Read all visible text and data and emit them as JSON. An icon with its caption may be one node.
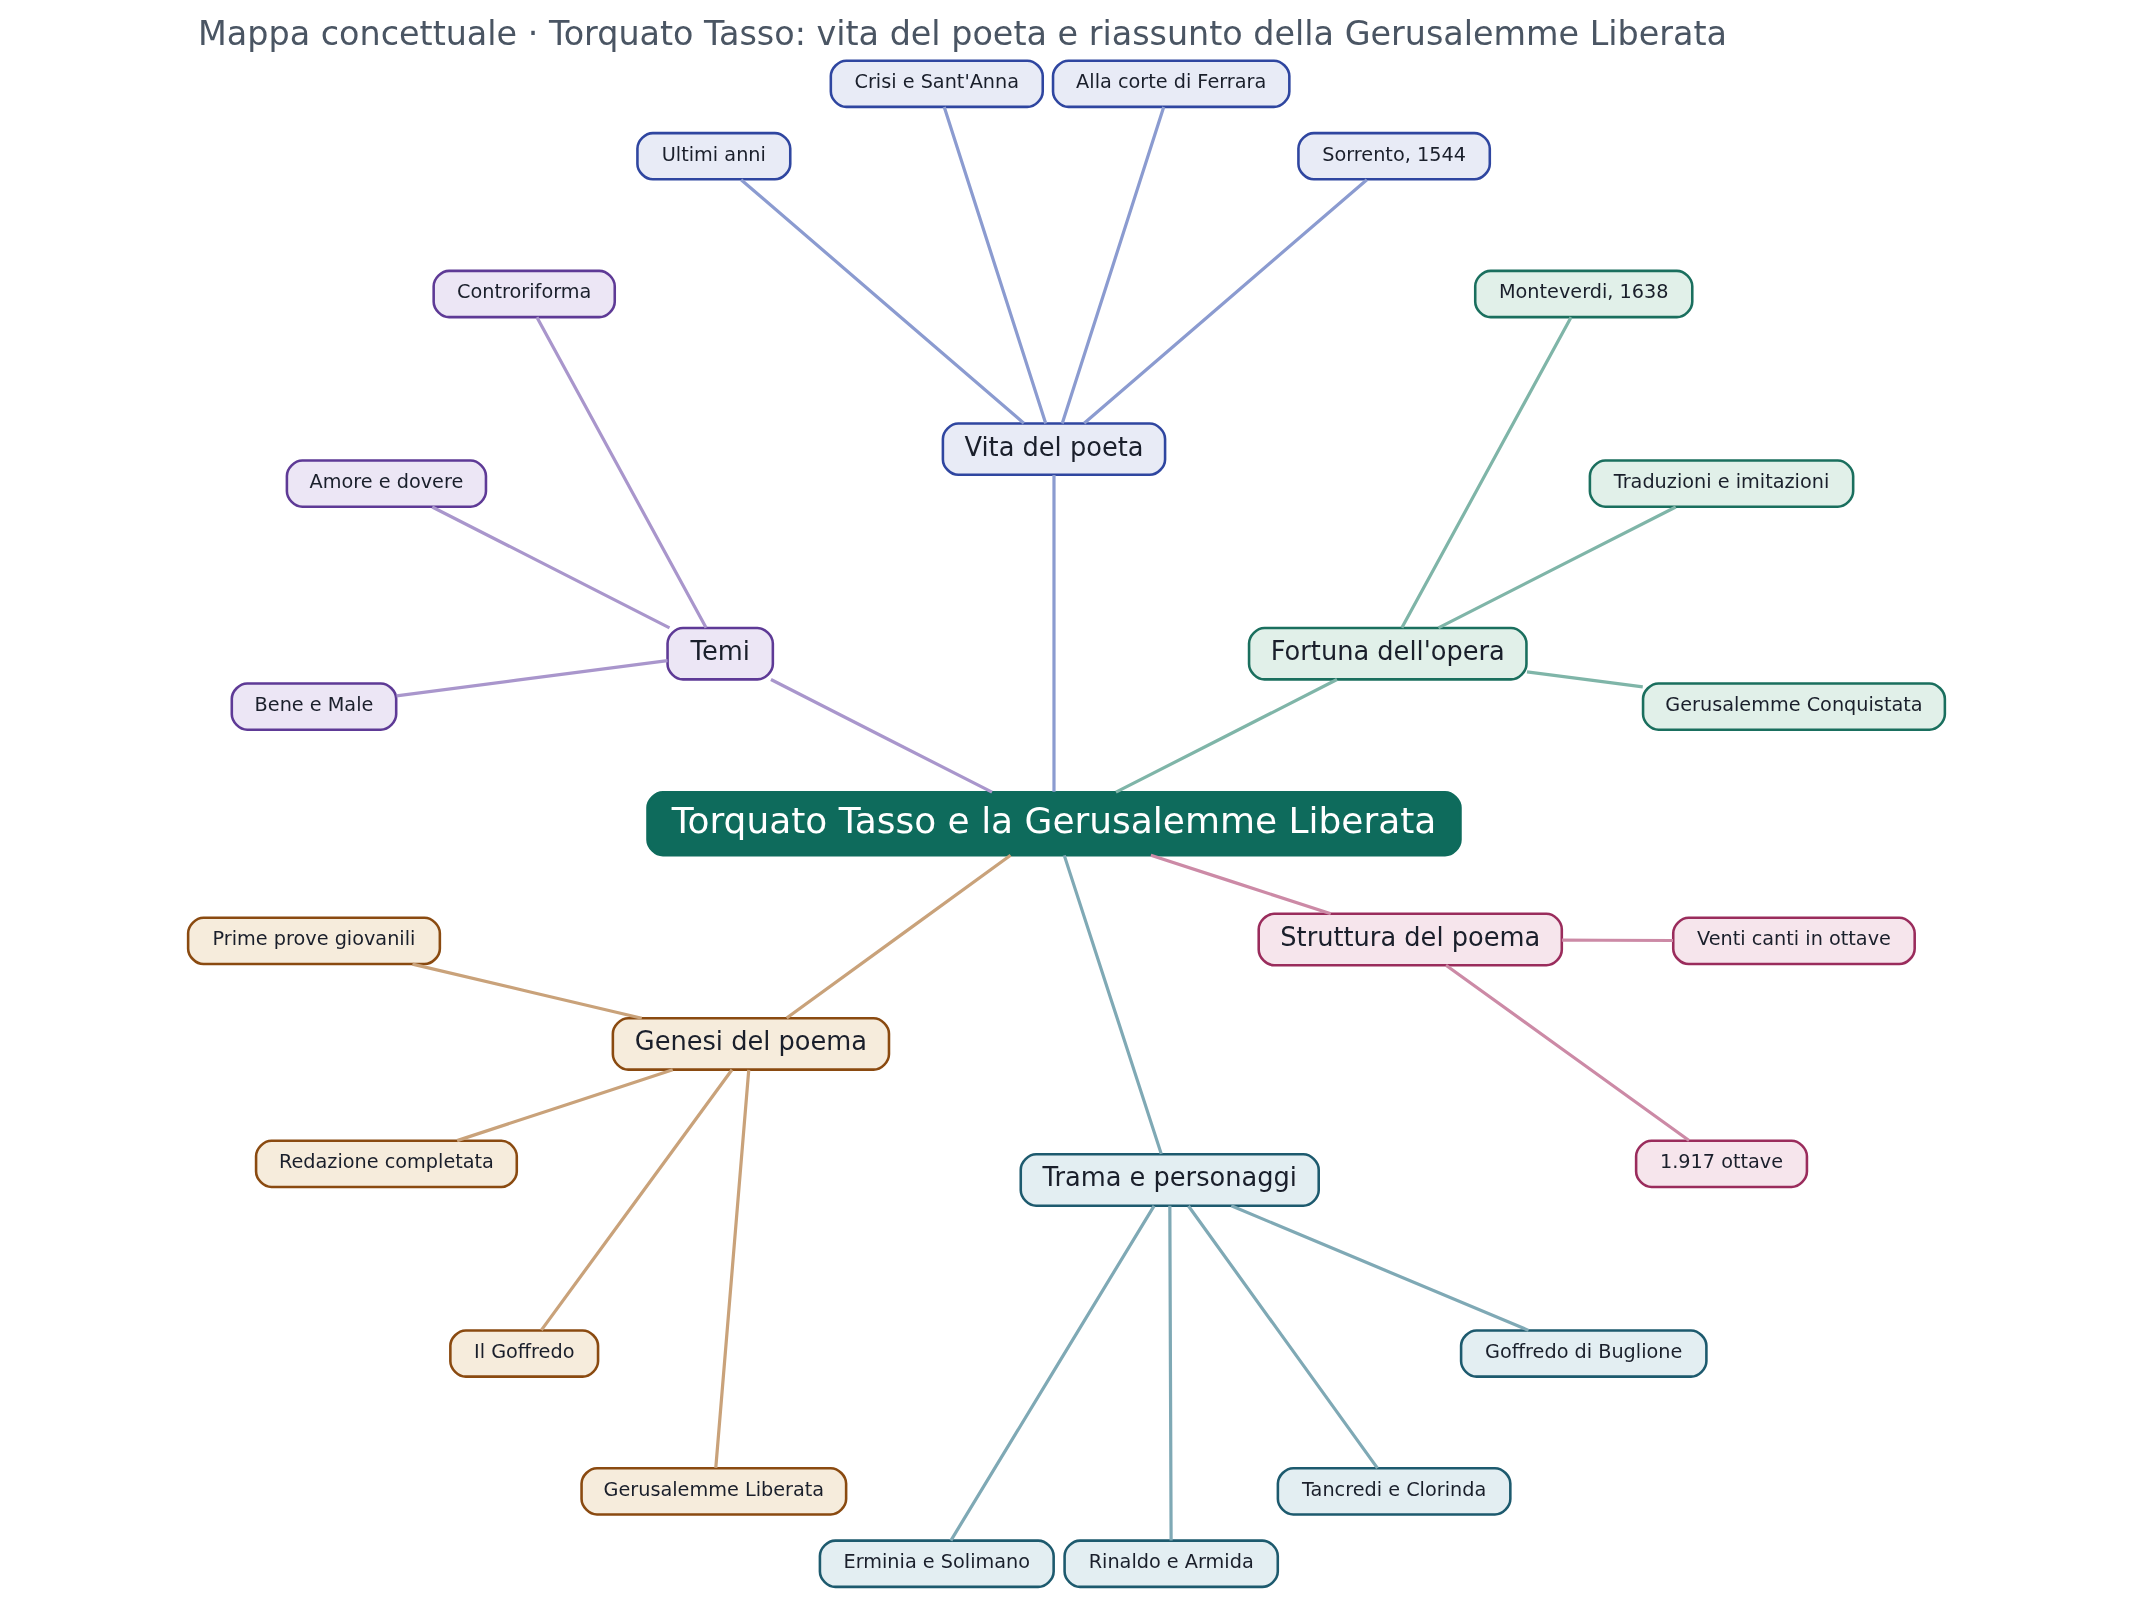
{
  "diagram": {
    "title": "Mappa concettuale · Torquato Tasso: vita del poeta e riassunto della Gerusalemme Liberata",
    "nodes": [
      {
        "text": [
          "Torquato Tasso e la Gerusalemme Liberata"
        ]
      },
      {
        "text": [
          "Fortuna dell'opera"
        ]
      },
      {
        "text": [
          "Gerusalemme Conquistata"
        ]
      },
      {
        "text": [
          "Traduzioni e imitazioni"
        ]
      },
      {
        "text": [
          "Monteverdi, 1638"
        ]
      },
      {
        "text": [
          "Vita del poeta"
        ]
      },
      {
        "text": [
          "Sorrento, 1544"
        ]
      },
      {
        "text": [
          "Alla corte di Ferrara"
        ]
      },
      {
        "text": [
          "Crisi e Sant'Anna"
        ]
      },
      {
        "text": [
          "Ultimi anni"
        ]
      },
      {
        "text": [
          "Temi"
        ]
      },
      {
        "text": [
          "Controriforma"
        ]
      },
      {
        "text": [
          "Amore e dovere"
        ]
      },
      {
        "text": [
          "Bene e Male"
        ]
      },
      {
        "text": [
          "Genesi del poema"
        ]
      },
      {
        "text": [
          "Prime prove giovanili"
        ]
      },
      {
        "text": [
          "Redazione completata"
        ]
      },
      {
        "text": [
          "Il Goffredo"
        ]
      },
      {
        "text": [
          "Gerusalemme Liberata"
        ]
      },
      {
        "text": [
          "Trama e personaggi"
        ]
      },
      {
        "text": [
          "Erminia e Solimano"
        ]
      },
      {
        "text": [
          "Rinaldo e Armida"
        ]
      },
      {
        "text": [
          "Tancredi e Clorinda"
        ]
      },
      {
        "text": [
          "Goffredo di Buglione"
        ]
      },
      {
        "text": [
          "Struttura del poema"
        ]
      },
      {
        "text": [
          "1.917 ottave"
        ]
      },
      {
        "text": [
          "Venti canti in ottave"
        ]
      }
    ],
    "edges": [
      {
        "from": 0,
        "to": 1,
        "arrow": "none",
        "color": "#7fb5a8"
      },
      {
        "from": 1,
        "to": 2,
        "arrow": "none",
        "color": "#7fb5a8"
      },
      {
        "from": 1,
        "to": 3,
        "arrow": "none",
        "color": "#7fb5a8"
      },
      {
        "from": 1,
        "to": 4,
        "arrow": "none",
        "color": "#7fb5a8"
      },
      {
        "from": 0,
        "to": 5,
        "arrow": "none",
        "color": "#8b9bd0"
      },
      {
        "from": 5,
        "to": 6,
        "arrow": "none",
        "color": "#8b9bd0"
      },
      {
        "from": 5,
        "to": 7,
        "arrow": "none",
        "color": "#8b9bd0"
      },
      {
        "from": 5,
        "to": 8,
        "arrow": "none",
        "color": "#8b9bd0"
      },
      {
        "from": 5,
        "to": 9,
        "arrow": "none",
        "color": "#8b9bd0"
      },
      {
        "from": 0,
        "to": 10,
        "arrow": "none",
        "color": "#a996cc"
      },
      {
        "from": 10,
        "to": 11,
        "arrow": "none",
        "color": "#a996cc"
      },
      {
        "from": 10,
        "to": 12,
        "arrow": "none",
        "color": "#a996cc"
      },
      {
        "from": 10,
        "to": 13,
        "arrow": "none",
        "color": "#a996cc"
      },
      {
        "from": 0,
        "to": 14,
        "arrow": "none",
        "color": "#c9a27a"
      },
      {
        "from": 14,
        "to": 15,
        "arrow": "none",
        "color": "#c9a27a"
      },
      {
        "from": 14,
        "to": 16,
        "arrow": "none",
        "color": "#c9a27a"
      },
      {
        "from": 14,
        "to": 17,
        "arrow": "none",
        "color": "#c9a27a"
      },
      {
        "from": 14,
        "to": 18,
        "arrow": "none",
        "color": "#c9a27a"
      },
      {
        "from": 0,
        "to": 19,
        "arrow": "none",
        "color": "#7fa9b5"
      },
      {
        "from": 19,
        "to": 20,
        "arrow": "none",
        "color": "#7fa9b5"
      },
      {
        "from": 19,
        "to": 21,
        "arrow": "none",
        "color": "#7fa9b5"
      },
      {
        "from": 19,
        "to": 22,
        "arrow": "none",
        "color": "#7fa9b5"
      },
      {
        "from": 19,
        "to": 23,
        "arrow": "none",
        "color": "#7fa9b5"
      },
      {
        "from": 0,
        "to": 24,
        "arrow": "none",
        "color": "#cc8aa6"
      },
      {
        "from": 24,
        "to": 25,
        "arrow": "none",
        "color": "#cc8aa6"
      },
      {
        "from": 24,
        "to": 26,
        "arrow": "none",
        "color": "#cc8aa6"
      }
    ]
  }
}
